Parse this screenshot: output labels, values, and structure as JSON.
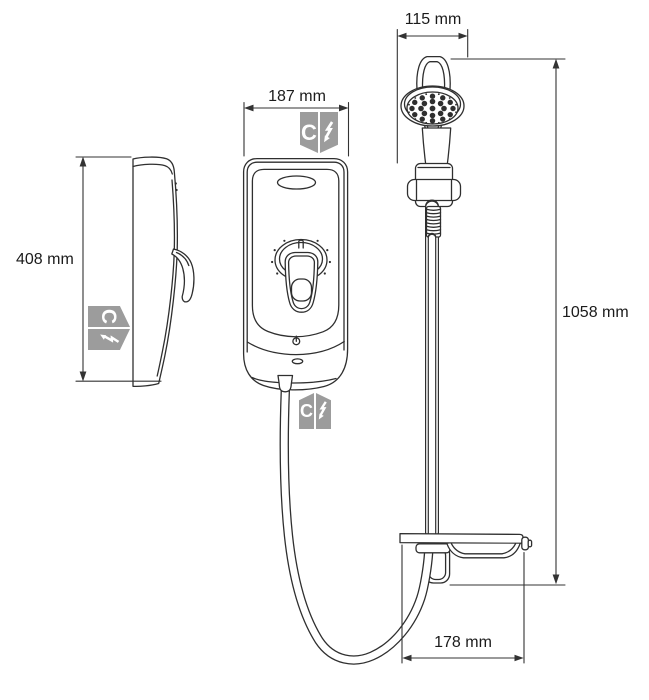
{
  "diagram": {
    "dimensions": {
      "side_height": "408 mm",
      "unit_width": "187 mm",
      "handset_width": "115 mm",
      "rail_height": "1058 mm",
      "shelf_width": "178 mm"
    },
    "badge": {
      "letter": "C",
      "icon": "lightning-bolt"
    },
    "colors": {
      "line": "#2f2f2f",
      "dimension_line": "#333333",
      "badge_gray": "#9c9c9c",
      "badge_glyph": "#ffffff",
      "text": "#1b1b1b",
      "background": "#ffffff"
    }
  }
}
